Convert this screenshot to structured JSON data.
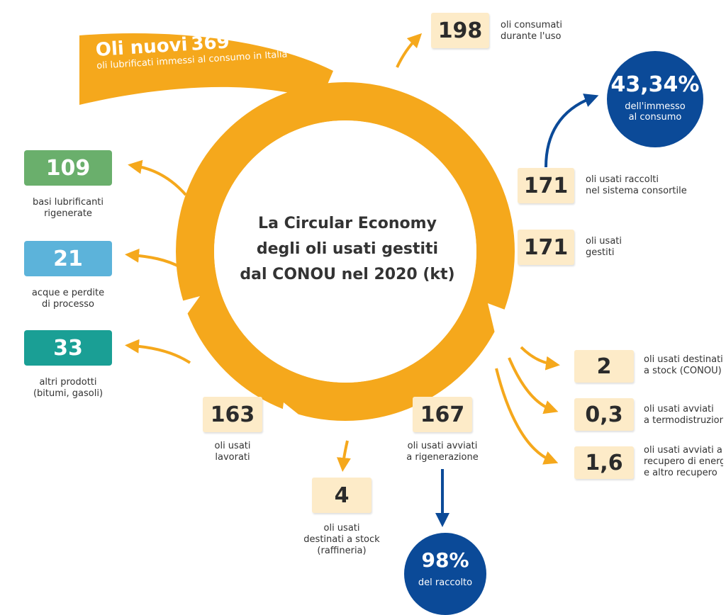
{
  "title": "La Circular Economy\ndegli oli usati gestiti\ndal CONOU nel 2020 (kt)",
  "new_oils": {
    "label": "Oli nuovi",
    "value": "369",
    "sublabel": "oli lubrificati immessi al consumo in Italia"
  },
  "nodes": {
    "consumed": {
      "value": "198",
      "label": "oli consumati\ndurante l'uso"
    },
    "collected": {
      "value": "171",
      "label": "oli usati raccolti\nnel sistema consortile"
    },
    "managed": {
      "value": "171",
      "label": "oli usati\ngestiti"
    },
    "stock_conou": {
      "value": "2",
      "label": "oli usati destinati\na stock (CONOU)"
    },
    "thermo": {
      "value": "0,3",
      "label": "oli usati avviati\na termodistruzione"
    },
    "energy": {
      "value": "1,6",
      "label": "oli usati avviati a\nrecupero di energia\ne altro recupero"
    },
    "regeneration": {
      "value": "167",
      "label": "oli usati avviati\na rigenerazione"
    },
    "stock_refinery": {
      "value": "4",
      "label": "oli usati\ndestinati a stock\n(raffineria)"
    },
    "processed": {
      "value": "163",
      "label": "oli usati\nlavorati"
    },
    "base_lubricants": {
      "value": "109",
      "label": "basi lubrificanti\nrigenerate"
    },
    "water_losses": {
      "value": "21",
      "label": "acque e perdite\ndi processo"
    },
    "other_products": {
      "value": "33",
      "label": "altri prodotti\n(bitumi, gasoli)"
    }
  },
  "circles": {
    "immesso": {
      "value": "43,34%",
      "label": "dell'immesso\nal consumo"
    },
    "raccolto": {
      "value": "98%",
      "label": "del raccolto"
    }
  },
  "colors": {
    "orange": "#f5a81c",
    "navy": "#0b4a98",
    "box_bg": "#fdebc8",
    "green": "#6aaf6c",
    "blue": "#5cb3da",
    "teal": "#1a9f95"
  }
}
